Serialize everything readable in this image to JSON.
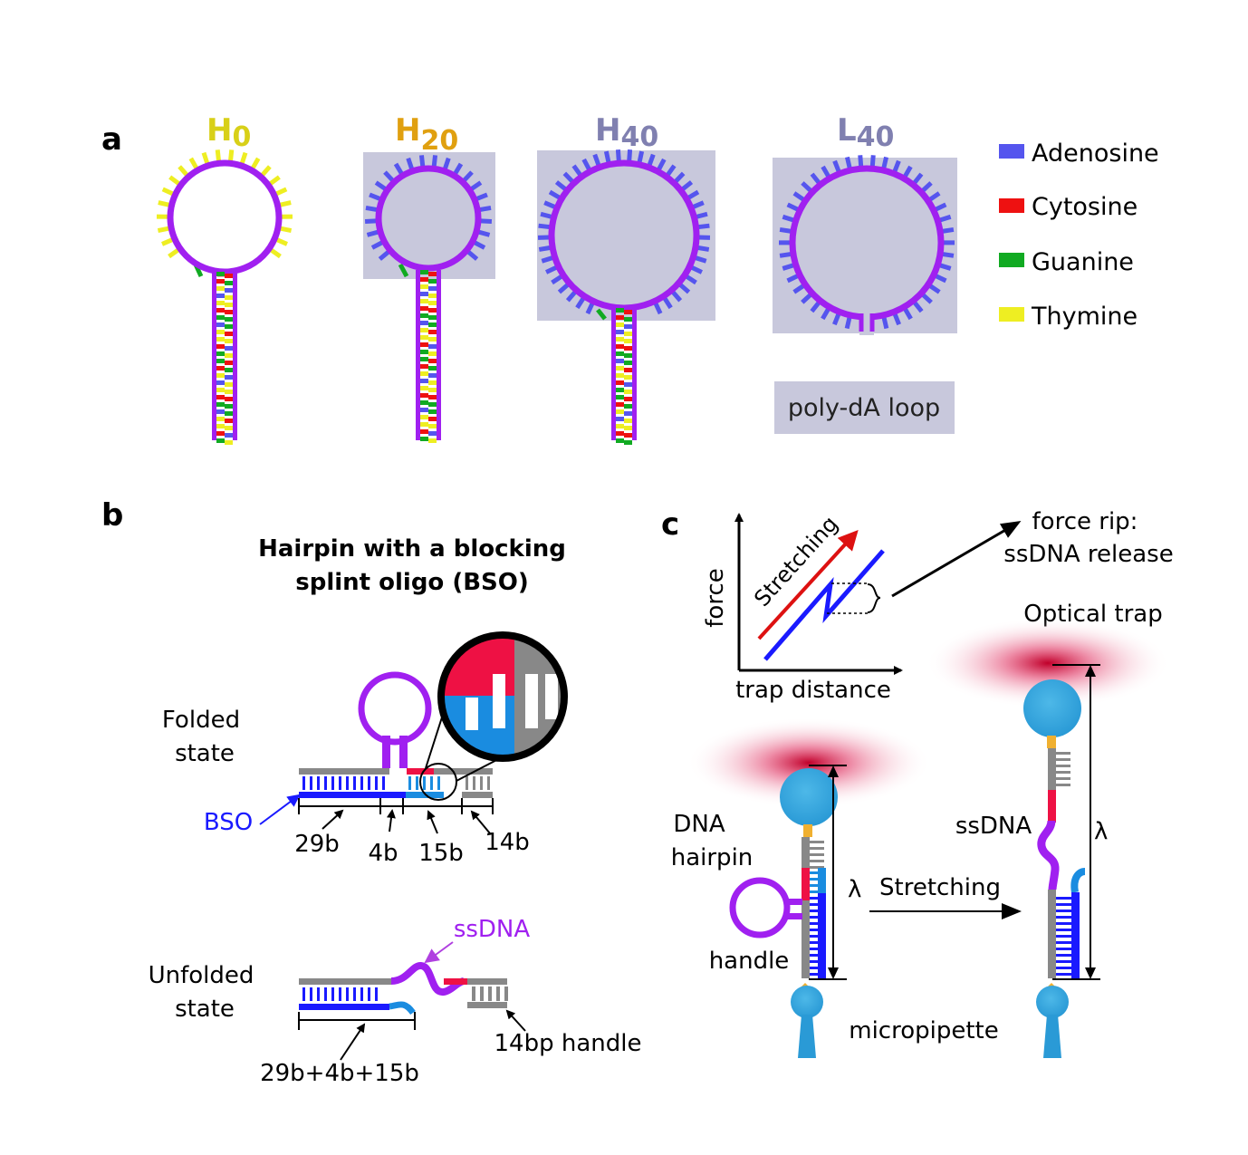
{
  "panel_a": {
    "label": "a",
    "hairpins": [
      {
        "title": "H",
        "subscript": "0",
        "color": "#d8d018"
      },
      {
        "title": "H",
        "subscript": "20",
        "color": "#e0a010"
      },
      {
        "title": "H",
        "subscript": "40",
        "color": "#8080b0"
      },
      {
        "title": "L",
        "subscript": "40",
        "color": "#8080b0"
      }
    ],
    "poly_label": "poly-dA loop",
    "legend": [
      {
        "label": "Adenosine",
        "color": "#5555ee"
      },
      {
        "label": "Cytosine",
        "color": "#ee1111"
      },
      {
        "label": "Guanine",
        "color": "#11aa22"
      },
      {
        "label": "Thymine",
        "color": "#eeee22"
      }
    ]
  },
  "panel_b": {
    "label": "b",
    "title_line1": "Hairpin with a blocking",
    "title_line2": "splint oligo (BSO)",
    "folded_line1": "Folded",
    "folded_line2": "state",
    "bso": "BSO",
    "seg_29b": "29b",
    "seg_4b": "4b",
    "seg_15b": "15b",
    "seg_14b": "14b",
    "ssdna": "ssDNA",
    "unfolded_line1": "Unfolded",
    "unfolded_line2": "state",
    "handle_14bp": "14bp handle",
    "combined": "29b+4b+15b"
  },
  "panel_c": {
    "label": "c",
    "force_axis": "force",
    "distance_axis": "trap distance",
    "stretching_arrow": "Stretching",
    "rip_line1": "force rip:",
    "rip_line2": "ssDNA release",
    "optical_trap": "Optical trap",
    "dna_line1": "DNA",
    "dna_line2": "hairpin",
    "handle": "handle",
    "lambda_left": "λ",
    "stretching_label": "Stretching",
    "ssdna": "ssDNA",
    "lambda_right": "λ",
    "micropipette": "micropipette"
  }
}
